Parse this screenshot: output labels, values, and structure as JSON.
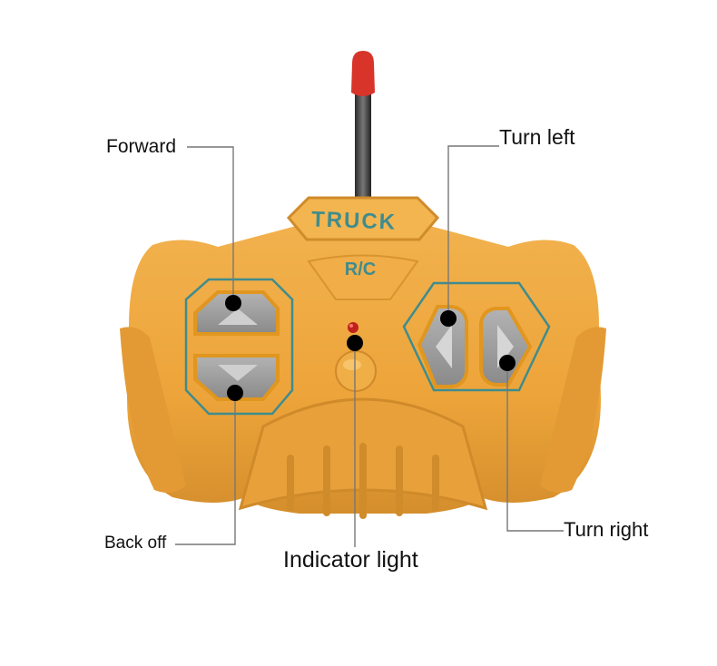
{
  "remote": {
    "brand_badge": "TRUCK",
    "model_text": "R/C",
    "colors": {
      "body": "#eda43a",
      "body_shadow": "#c98525",
      "body_highlight": "#f4bb5c",
      "button_gray": "#9a9a9a",
      "trim_teal": "#3f8c8e",
      "antenna_tip": "#d8342a",
      "led_red": "#c0211b"
    }
  },
  "callouts": {
    "forward": "Forward",
    "back_off": "Back off",
    "turn_left": "Turn left",
    "turn_right": "Turn right",
    "indicator_light": "Indicator light"
  }
}
